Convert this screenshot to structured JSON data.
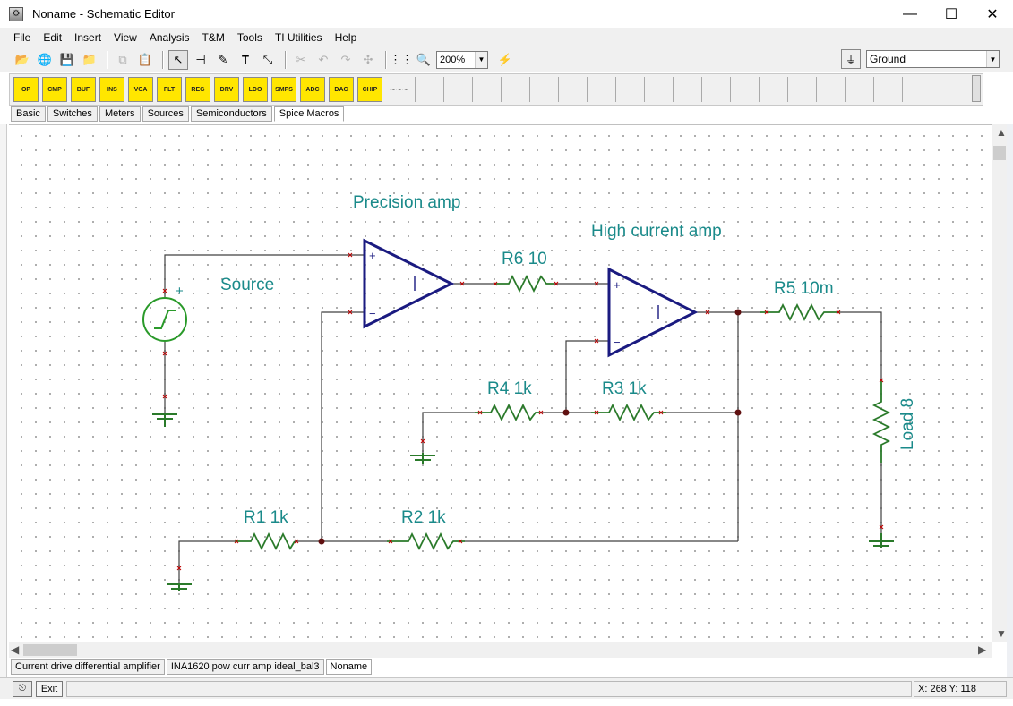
{
  "window": {
    "title": "Noname - Schematic Editor",
    "minimize": "—",
    "maximize": "☐",
    "close": "✕"
  },
  "menu": [
    "File",
    "Edit",
    "Insert",
    "View",
    "Analysis",
    "T&M",
    "Tools",
    "TI Utilities",
    "Help"
  ],
  "toolbar": {
    "zoom": "200%",
    "ground_select": "Ground"
  },
  "palette": {
    "buttons": [
      "OP",
      "CMP",
      "BUF",
      "INS",
      "VCA",
      "FLT",
      "REG",
      "DRV",
      "LDO",
      "SMPS",
      "ADC",
      "DAC",
      "CHIP",
      "~~~"
    ]
  },
  "component_tabs": [
    "Basic",
    "Switches",
    "Meters",
    "Sources",
    "Semiconductors",
    "Spice Macros"
  ],
  "schematic": {
    "labels": {
      "precision_amp": "Precision amp",
      "high_current_amp": "High current amp",
      "source": "Source",
      "r6": "R6 10",
      "r5": "R5 10m",
      "r4": "R4 1k",
      "r3": "R3 1k",
      "r1": "R1 1k",
      "r2": "R2 1k",
      "load": "Load 8",
      "plus": "+",
      "minus": "−",
      "amp_marker": "I"
    },
    "colors": {
      "wire": "#404040",
      "opamp": "#1a1a80",
      "resistor": "#2a7a2a",
      "source": "#2a9a2a",
      "label": "#1a8a8a",
      "junction": "#601010",
      "pin": "#c00000"
    }
  },
  "doc_tabs": [
    "Current drive differential amplifier",
    "INA1620 pow curr amp ideal_bal3",
    "Noname"
  ],
  "status": {
    "exit": "Exit",
    "coords": "X: 268  Y: 118"
  }
}
